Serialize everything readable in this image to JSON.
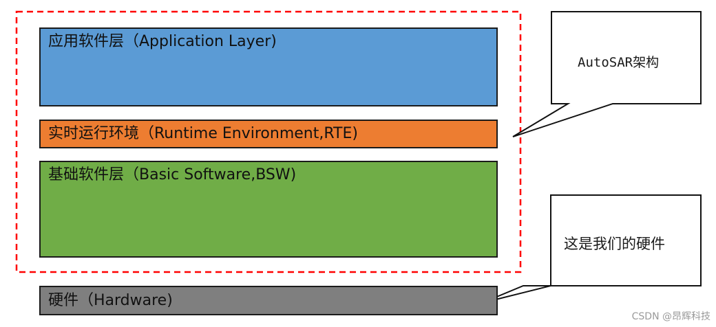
{
  "layers": {
    "application": {
      "label": "应用软件层（Application Layer)",
      "color": "#5b9bd5"
    },
    "rte": {
      "label": "实时运行环境（Runtime Environment,RTE)",
      "color": "#ed7d31"
    },
    "bsw": {
      "label": "基础软件层（Basic Software,BSW)",
      "color": "#70ad47"
    },
    "hardware": {
      "label": "硬件（Hardware)",
      "color": "#7f7f7f"
    }
  },
  "callouts": {
    "autosar": {
      "text": "AutoSAR架构"
    },
    "hardware": {
      "text": "这是我们的硬件"
    }
  },
  "group_border_color": "#ff0000",
  "watermark": "CSDN @昂辉科技"
}
